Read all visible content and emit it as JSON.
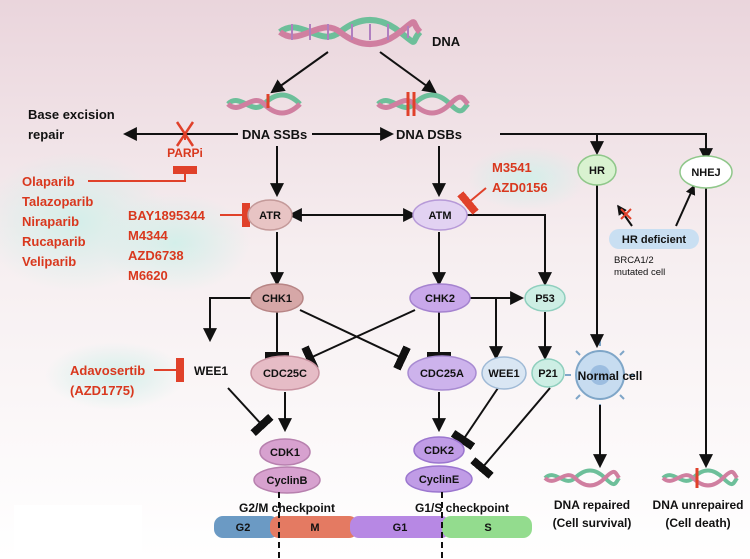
{
  "labels": {
    "dna": "DNA",
    "ber": [
      "Base excision",
      "repair"
    ],
    "ssb": "DNA SSBs",
    "dsb": "DNA DSBs",
    "parpi": "PARPi",
    "parp_drugs": [
      "Olaparib",
      "Talazoparib",
      "Niraparib",
      "Rucaparib",
      "Veliparib"
    ],
    "atr_drugs": [
      "BAY1895344",
      "M4344",
      "AZD6738",
      "M6620"
    ],
    "atm_drugs": [
      "M3541",
      "AZD0156"
    ],
    "wee1_drug": [
      "Adavosertib",
      "(AZD1775)"
    ],
    "atr": "ATR",
    "atm": "ATM",
    "chk1": "CHK1",
    "chk2": "CHK2",
    "p53": "P53",
    "p21": "P21",
    "wee1_left": "WEE1",
    "wee1_right": "WEE1",
    "cdc25c": "CDC25C",
    "cdc25a": "CDC25A",
    "cdk1": "CDK1",
    "cyclinb": "CyclinB",
    "cdk2": "CDK2",
    "cycline": "CyclinE",
    "hr": "HR",
    "nhej": "NHEJ",
    "hr_deficient": "HR deficient",
    "brca": [
      "BRCA1/2",
      "mutated cell"
    ],
    "normal_cell": "Normal cell",
    "repaired": [
      "DNA repaired",
      "(Cell survival)"
    ],
    "unrepaired": [
      "DNA unrepaired",
      "(Cell death)"
    ],
    "g2m": "G2/M checkpoint",
    "g1s": "G1/S checkpoint",
    "phases": [
      "G2",
      "M",
      "G1",
      "S"
    ]
  },
  "colors": {
    "drug_red": "#d9381e",
    "inhibit_red": "#e0412a",
    "arrow": "#111111",
    "atr_fill": "#e8c4c4",
    "atm_fill": "#e2d2f2",
    "chk1_fill": "#d6a7a7",
    "chk2_fill": "#c9a8ea",
    "cdc25c_fill": "#e6bcc6",
    "cdc25a_fill": "#cdb3ec",
    "p53_fill": "#cdeee4",
    "hr_fill": "#d9f2d0",
    "hrdef_fill": "#c9dff2",
    "g2_phase": "#6b9ac4",
    "m_phase": "#e47a62",
    "g1_phase": "#b788e4",
    "s_phase": "#93dc8e"
  }
}
